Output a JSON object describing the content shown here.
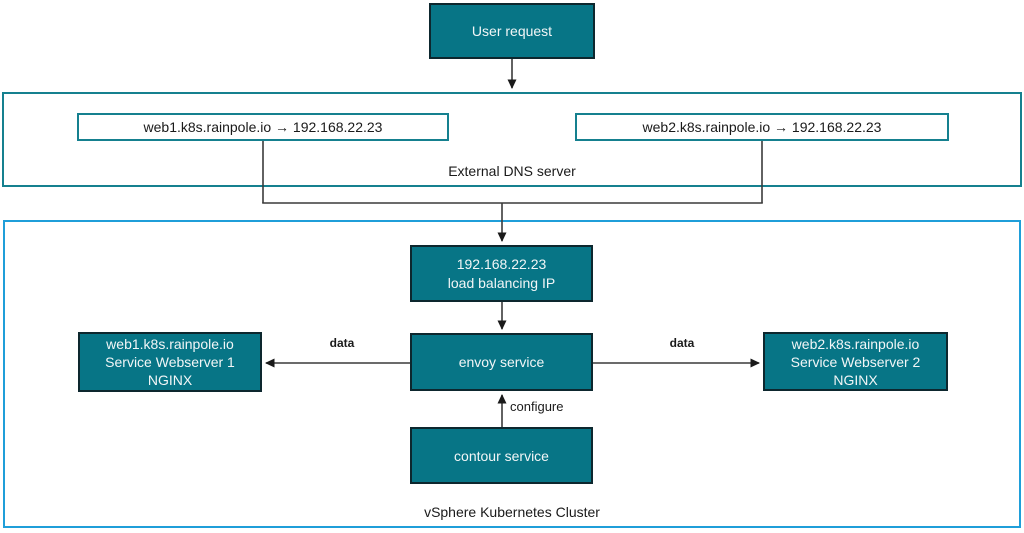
{
  "diagram": {
    "user_request": {
      "label": "User request"
    },
    "dns": {
      "label": "External DNS server",
      "records": [
        {
          "text": "web1.k8s.rainpole.io → 192.168.22.23"
        },
        {
          "text": "web2.k8s.rainpole.io → 192.168.22.23"
        }
      ]
    },
    "cluster": {
      "label": "vSphere Kubernetes Cluster",
      "load_balancer": {
        "line1": "192.168.22.23",
        "line2": "load balancing IP"
      },
      "envoy": {
        "label": "envoy service"
      },
      "contour": {
        "label": "contour service"
      },
      "webserver1": {
        "lines": [
          "web1.k8s.rainpole.io",
          "Service Webserver 1",
          "NGINX"
        ]
      },
      "webserver2": {
        "lines": [
          "web2.k8s.rainpole.io",
          "Service Webserver 2",
          "NGINX"
        ]
      },
      "edge_labels": {
        "data_left": "data",
        "data_right": "data",
        "configure": "configure"
      }
    },
    "colors": {
      "node_fill": "#077586",
      "node_border": "#0d272e",
      "node_text": "#f2f6f7",
      "dns_border": "#15808f",
      "cluster_border": "#1f9ed9",
      "connector": "#3a3a3a"
    }
  }
}
